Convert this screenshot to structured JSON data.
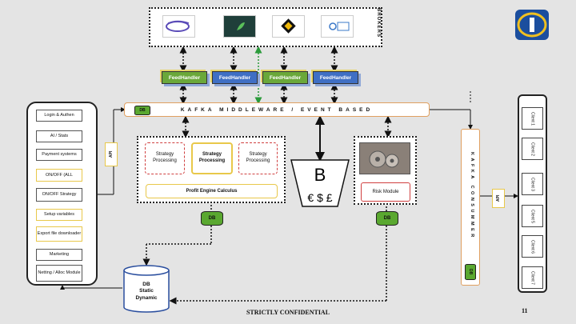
{
  "brokers": {
    "label": "BROKERS"
  },
  "feedhandlers": [
    {
      "label": "FeedHandler",
      "color": "#6aa83a"
    },
    {
      "label": "FeedHandler",
      "color": "#3f6fc4"
    },
    {
      "label": "FeedHandler",
      "color": "#6aa83a"
    },
    {
      "label": "FeedHandler",
      "color": "#3f6fc4"
    }
  ],
  "kafka": {
    "label": "KAFKA MIDDLEWARE / EVENT BASED",
    "db_label": "DB"
  },
  "left_menu": [
    {
      "label": "Login & Authen"
    },
    {
      "label": "AI  / Stats"
    },
    {
      "label": "Payment systems"
    },
    {
      "label": "ON/OFF (ALL"
    },
    {
      "label": "ON/OFF Strategy"
    },
    {
      "label": "Setup variables"
    },
    {
      "label": "Export file downloader"
    },
    {
      "label": "Marketing"
    },
    {
      "label": "Netting  / Alloc Module"
    }
  ],
  "api_left": "API",
  "strategy": [
    {
      "label": "Strategy Processing"
    },
    {
      "label": "Strategy Processing"
    },
    {
      "label": "Strategy Processing"
    }
  ],
  "profit": "Profit Engine Calculus",
  "db_strategy": "DB",
  "currency": {
    "bitcoin": "B",
    "symbols": "€ $ £"
  },
  "risk": {
    "label": "Risk Module",
    "db": "DB"
  },
  "bigdb": {
    "line1": "DB",
    "line2": "Static",
    "line3": "Dynamic"
  },
  "consumer": {
    "label": "KAFKA CONSUMMER",
    "db": "DB",
    "api": "API"
  },
  "clients": [
    "Client 1",
    "Client 2",
    "Client 3",
    "Client 5",
    "Client 6",
    "Client 7"
  ],
  "footer": {
    "confidential": "STRICTLY CONFIDENTIAL",
    "page": "11"
  },
  "colors": {
    "green": "#5aa830",
    "blue": "#3f6fc4",
    "yellow_border": "#e8c84a",
    "red_border": "#d04040",
    "orange_border": "#e0a060"
  }
}
